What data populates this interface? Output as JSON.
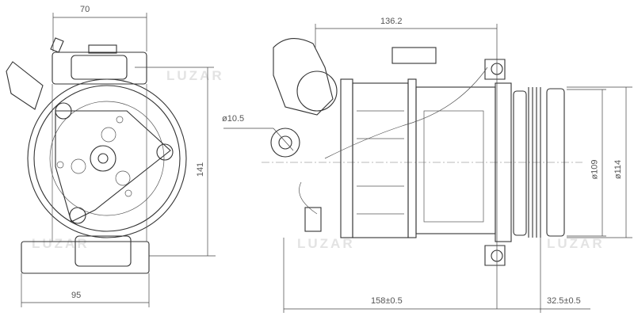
{
  "drawing": {
    "watermark": "LUZAR",
    "dimensions": {
      "top_width_left": "70",
      "height_left": "141",
      "base_width_left": "95",
      "overall_length_top": "136.2",
      "port_diameter": "ø10.5",
      "pulley_diameter_inner": "ø109",
      "pulley_diameter_outer": "ø114",
      "mount_to_mount_length": "158±0.5",
      "pulley_offset": "32.5±0.5"
    }
  }
}
